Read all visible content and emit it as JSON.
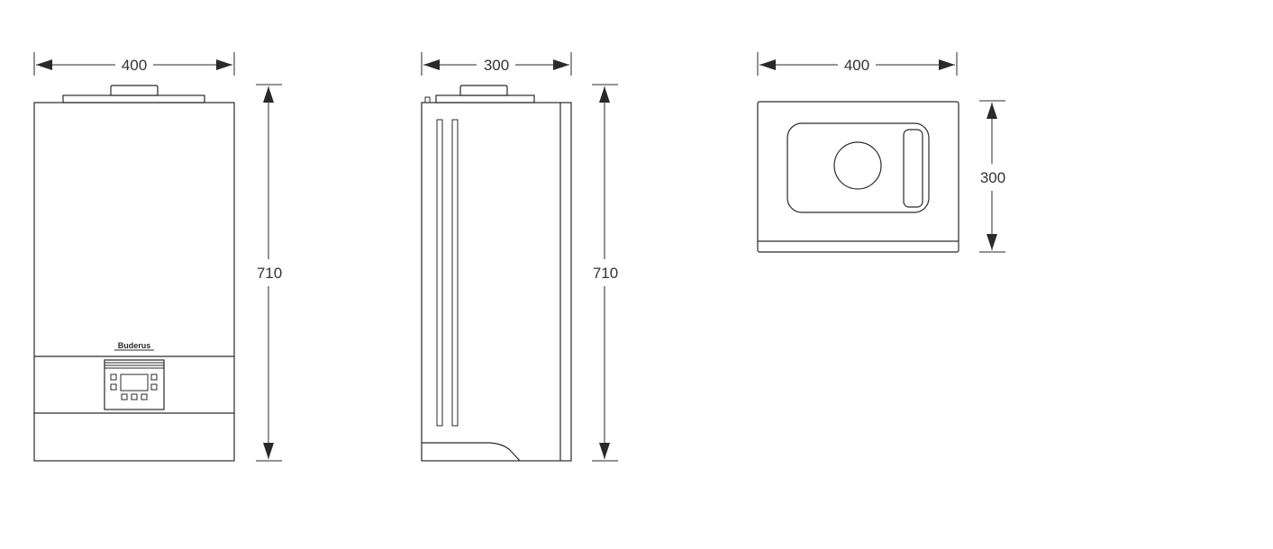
{
  "front_view": {
    "width_label": "400",
    "height_label": "710",
    "brand_label": "Buderus"
  },
  "side_view": {
    "width_label": "300",
    "height_label": "710"
  },
  "top_view": {
    "width_label": "400",
    "depth_label": "300"
  }
}
